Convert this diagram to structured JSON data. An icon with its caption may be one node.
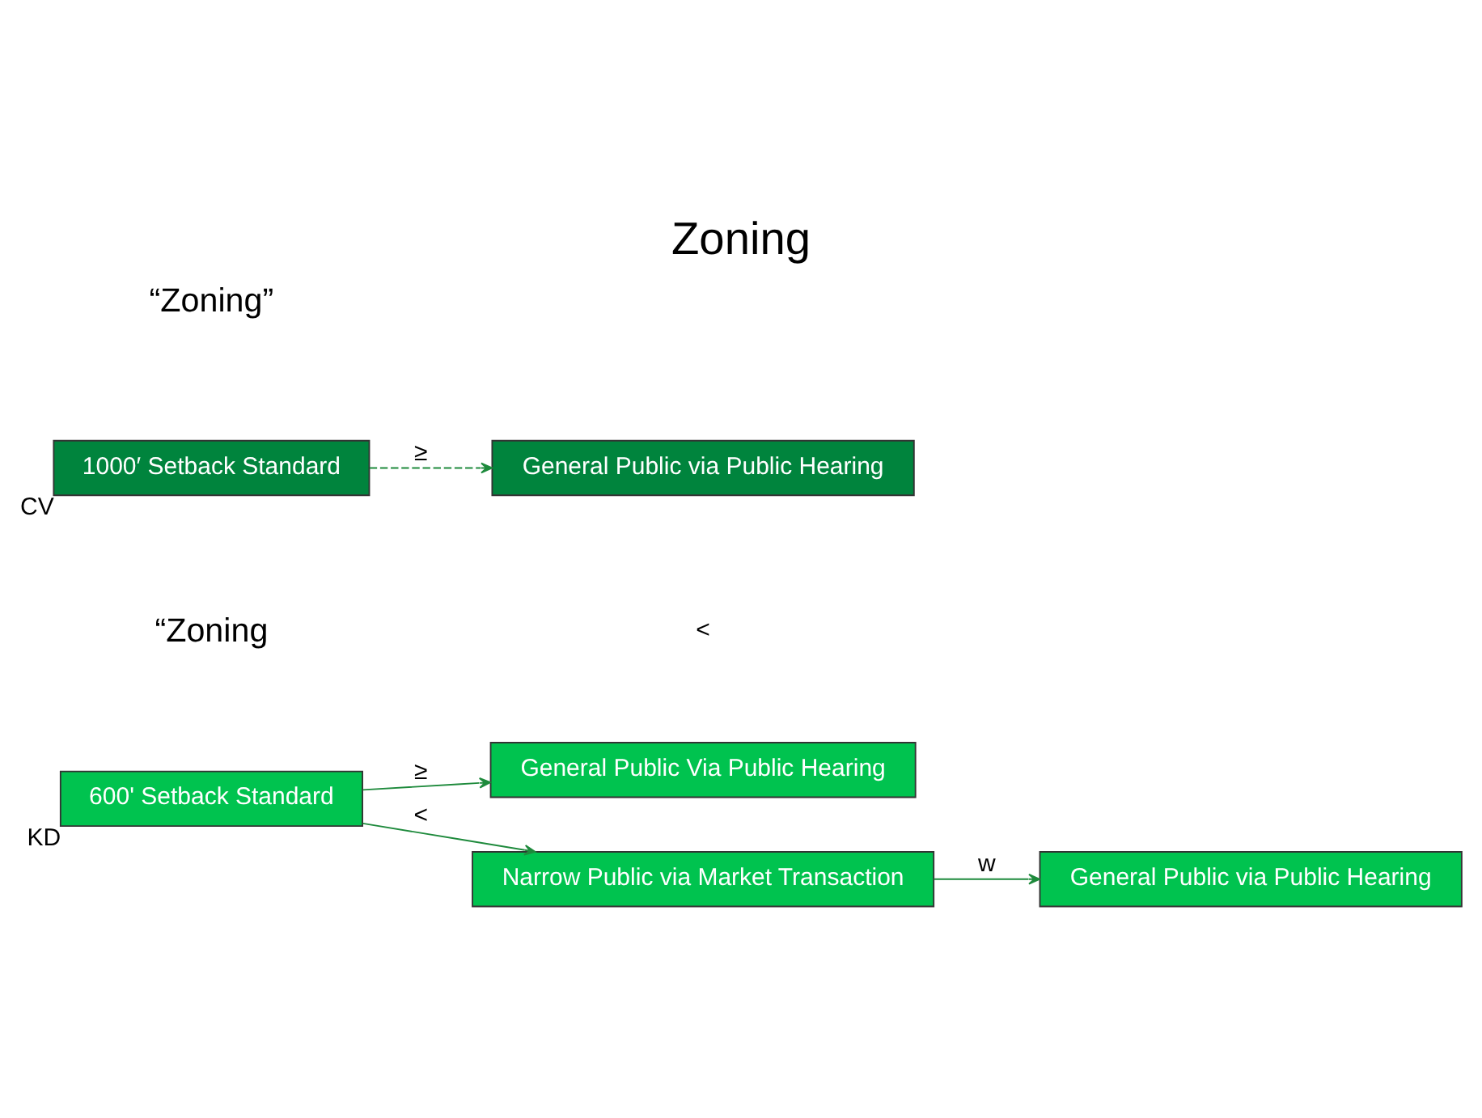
{
  "diagram": {
    "title": "Zoning",
    "nodes": [
      {
        "text": [
          "1000′ Setback Standard"
        ],
        "beside": [
          "CV"
        ]
      },
      {
        "text": [
          "General Public via Public Hearing"
        ]
      },
      {
        "text": [
          "600' Setback Standard"
        ],
        "beside": [
          "KD"
        ]
      },
      {
        "text": [
          "General Public Via Public Hearing"
        ]
      },
      {
        "text": [
          "Narrow Public via Market Transaction"
        ]
      },
      {
        "text": [
          "General Public via Public Hearing"
        ]
      }
    ],
    "edges": [
      {
        "from": 0,
        "to": 1,
        "arrow": "to",
        "label": "≥",
        "style": "dashed"
      },
      {
        "from": 2,
        "to": 3,
        "arrow": "to",
        "label": "≥"
      },
      {
        "from": 2,
        "to": 4,
        "arrow": "to",
        "label": "<"
      },
      {
        "from": 4,
        "to": 5,
        "arrow": "to",
        "label": "w"
      }
    ],
    "labels": [
      "“Zoning”",
      "<",
      "“Zoning"
    ]
  }
}
